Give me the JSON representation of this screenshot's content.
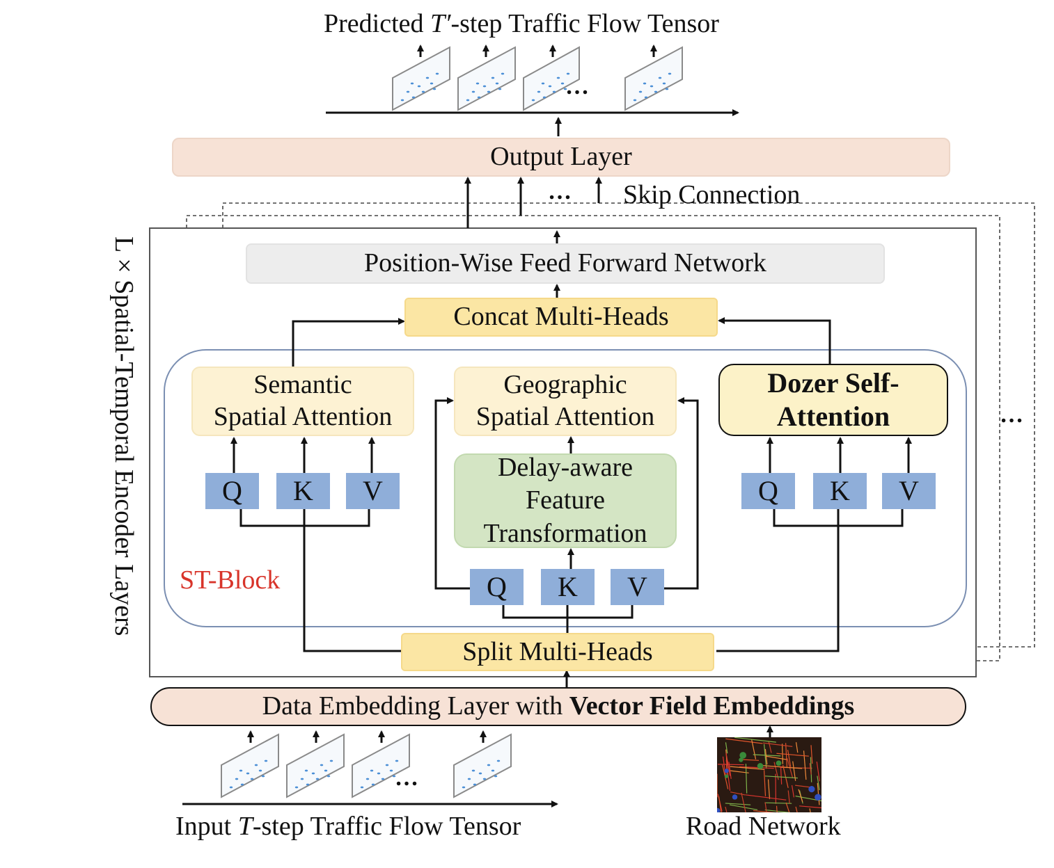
{
  "output_title": {
    "prefix": "Predicted ",
    "var": "T′",
    "suffix": "-step Traffic Flow Tensor"
  },
  "input_title": {
    "prefix": "Input ",
    "var": "T",
    "suffix": "-step Traffic Flow Tensor"
  },
  "output_layer": "Output Layer",
  "skip_connection": "Skip Connection",
  "ellipsis": "…",
  "ffn": "Position-Wise Feed Forward Network",
  "concat": "Concat Multi-Heads",
  "split": "Split Multi-Heads",
  "semantic": {
    "line1": "Semantic",
    "line2": "Spatial Attention"
  },
  "geographic": {
    "line1": "Geographic",
    "line2": "Spatial Attention"
  },
  "dozer": {
    "line1": "Dozer Self-",
    "line2": "Attention"
  },
  "delay": {
    "line1": "Delay-aware",
    "line2": "Feature",
    "line3": "Transformation"
  },
  "qkv": {
    "q": "Q",
    "k": "K",
    "v": "V"
  },
  "st_block": "ST-Block",
  "encoder_label": "L × Spatial-Temporal Encoder Layers",
  "embedding": {
    "normal": "Data Embedding Layer with ",
    "bold": "Vector Field Embeddings"
  },
  "road_network": "Road Network",
  "colors": {
    "st_block": "#d8342a",
    "qkv": "#8faed9",
    "output": "#f7e2d6",
    "yellow": "#fbe6a4",
    "green": "#d4e5c4"
  }
}
